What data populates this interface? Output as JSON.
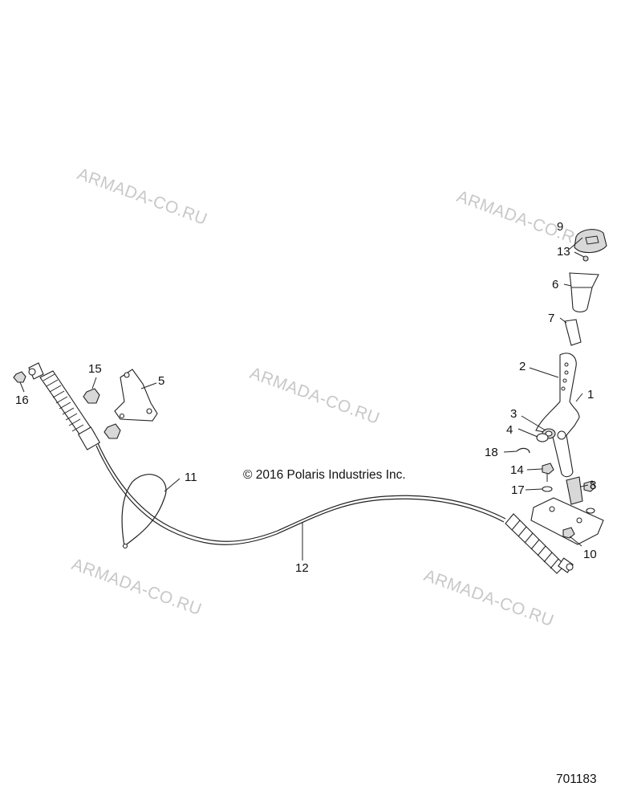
{
  "watermarks": [
    "ARMADA-CO.RU",
    "ARMADA-CO.RU",
    "ARMADA-CO.RU",
    "ARMADA-CO.RU",
    "ARMADA-CO.RU"
  ],
  "copyright": "© 2016 Polaris Industries Inc.",
  "document_number": "701183",
  "callouts": [
    "1",
    "2",
    "3",
    "4",
    "5",
    "6",
    "7",
    "8",
    "9",
    "10",
    "11",
    "12",
    "13",
    "14",
    "15",
    "16",
    "17",
    "18"
  ]
}
